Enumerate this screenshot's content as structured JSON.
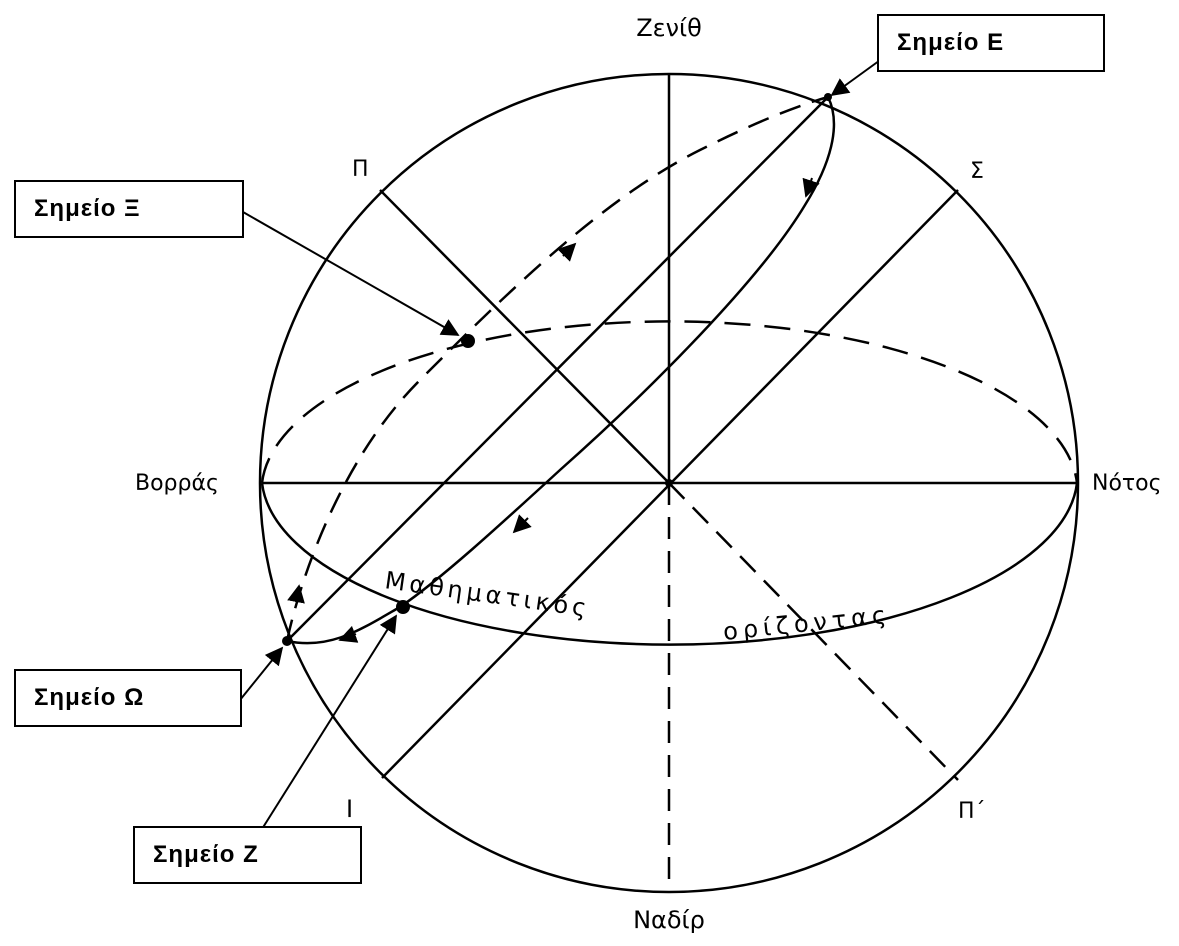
{
  "labels": {
    "zenith": "Ζενίθ",
    "nadir": "Ναδίρ",
    "north": "Βορράς",
    "south": "Νότος",
    "pole_p": "Π",
    "pole_p_prime": "Π΄",
    "sigma": "Σ",
    "iota": "Ι",
    "horizon_word1": "Μαθηματικός",
    "horizon_word2": "ορίζοντας"
  },
  "callouts": {
    "point_e": "Σημείο Ε",
    "point_xi": "Σημείο Ξ",
    "point_omega": "Σημείο Ω",
    "point_z": "Σημείο Ζ"
  }
}
